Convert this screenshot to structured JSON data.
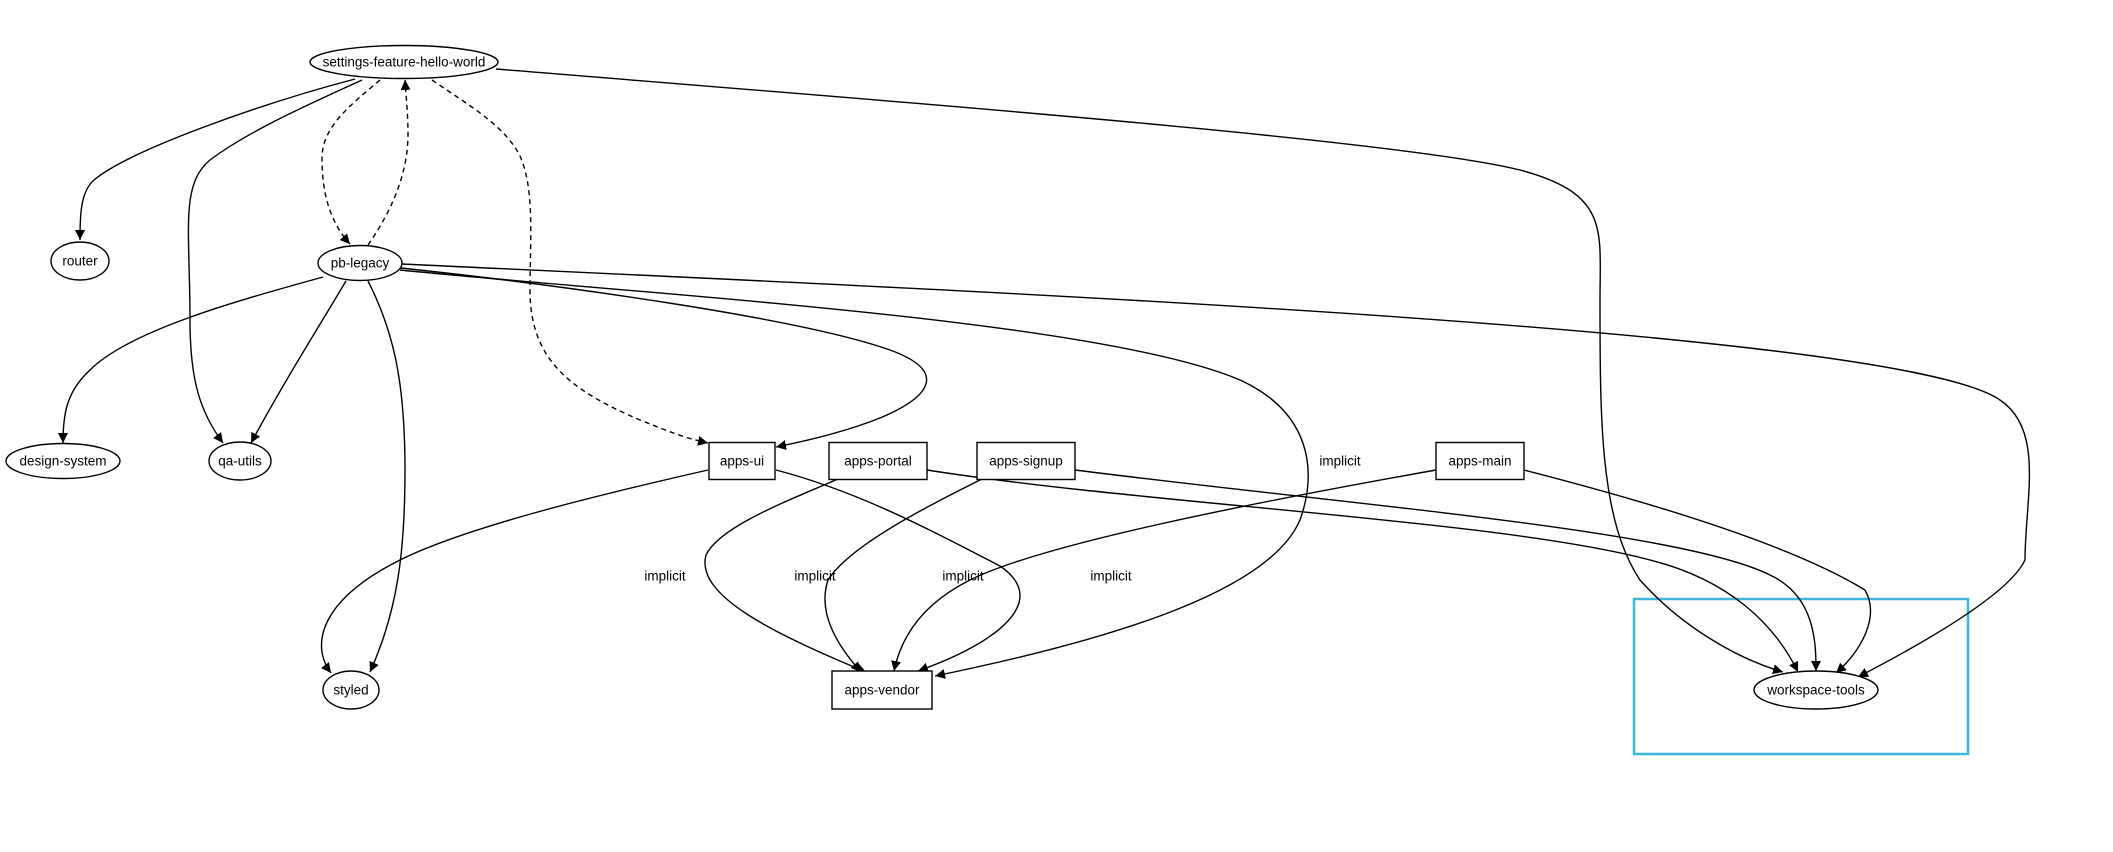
{
  "graph": {
    "nodes": [
      {
        "id": "settings-feature-hello-world",
        "label": "settings-feature-hello-world",
        "shape": "ellipse"
      },
      {
        "id": "router",
        "label": "router",
        "shape": "ellipse"
      },
      {
        "id": "pb-legacy",
        "label": "pb-legacy",
        "shape": "ellipse"
      },
      {
        "id": "design-system",
        "label": "design-system",
        "shape": "ellipse"
      },
      {
        "id": "qa-utils",
        "label": "qa-utils",
        "shape": "ellipse"
      },
      {
        "id": "styled",
        "label": "styled",
        "shape": "ellipse"
      },
      {
        "id": "apps-ui",
        "label": "apps-ui",
        "shape": "box"
      },
      {
        "id": "apps-portal",
        "label": "apps-portal",
        "shape": "box"
      },
      {
        "id": "apps-signup",
        "label": "apps-signup",
        "shape": "box"
      },
      {
        "id": "apps-main",
        "label": "apps-main",
        "shape": "box"
      },
      {
        "id": "apps-vendor",
        "label": "apps-vendor",
        "shape": "box"
      },
      {
        "id": "workspace-tools",
        "label": "workspace-tools",
        "shape": "ellipse",
        "highlighted": true
      }
    ],
    "edges": [
      {
        "from": "settings-feature-hello-world",
        "to": "router",
        "style": "solid"
      },
      {
        "from": "settings-feature-hello-world",
        "to": "qa-utils",
        "style": "solid"
      },
      {
        "from": "settings-feature-hello-world",
        "to": "pb-legacy",
        "style": "dashed"
      },
      {
        "from": "pb-legacy",
        "to": "settings-feature-hello-world",
        "style": "dashed"
      },
      {
        "from": "settings-feature-hello-world",
        "to": "apps-ui",
        "style": "dashed"
      },
      {
        "from": "settings-feature-hello-world",
        "to": "workspace-tools",
        "style": "solid"
      },
      {
        "from": "pb-legacy",
        "to": "design-system",
        "style": "solid"
      },
      {
        "from": "pb-legacy",
        "to": "qa-utils",
        "style": "solid"
      },
      {
        "from": "pb-legacy",
        "to": "styled",
        "style": "solid"
      },
      {
        "from": "pb-legacy",
        "to": "apps-ui",
        "style": "solid"
      },
      {
        "from": "pb-legacy",
        "to": "apps-vendor",
        "style": "solid",
        "label": "implicit"
      },
      {
        "from": "pb-legacy",
        "to": "workspace-tools",
        "style": "solid"
      },
      {
        "from": "apps-ui",
        "to": "styled",
        "style": "solid"
      },
      {
        "from": "apps-ui",
        "to": "apps-vendor",
        "style": "solid",
        "label": "implicit"
      },
      {
        "from": "apps-portal",
        "to": "apps-vendor",
        "style": "solid",
        "label": "implicit"
      },
      {
        "from": "apps-portal",
        "to": "workspace-tools",
        "style": "solid"
      },
      {
        "from": "apps-signup",
        "to": "apps-vendor",
        "style": "solid",
        "label": "implicit"
      },
      {
        "from": "apps-signup",
        "to": "workspace-tools",
        "style": "solid"
      },
      {
        "from": "apps-main",
        "to": "apps-vendor",
        "style": "solid",
        "label": "implicit"
      },
      {
        "from": "apps-main",
        "to": "workspace-tools",
        "style": "solid"
      }
    ],
    "colors": {
      "stroke": "#000000",
      "background": "#ffffff",
      "highlight": "#3bb8dc"
    }
  }
}
